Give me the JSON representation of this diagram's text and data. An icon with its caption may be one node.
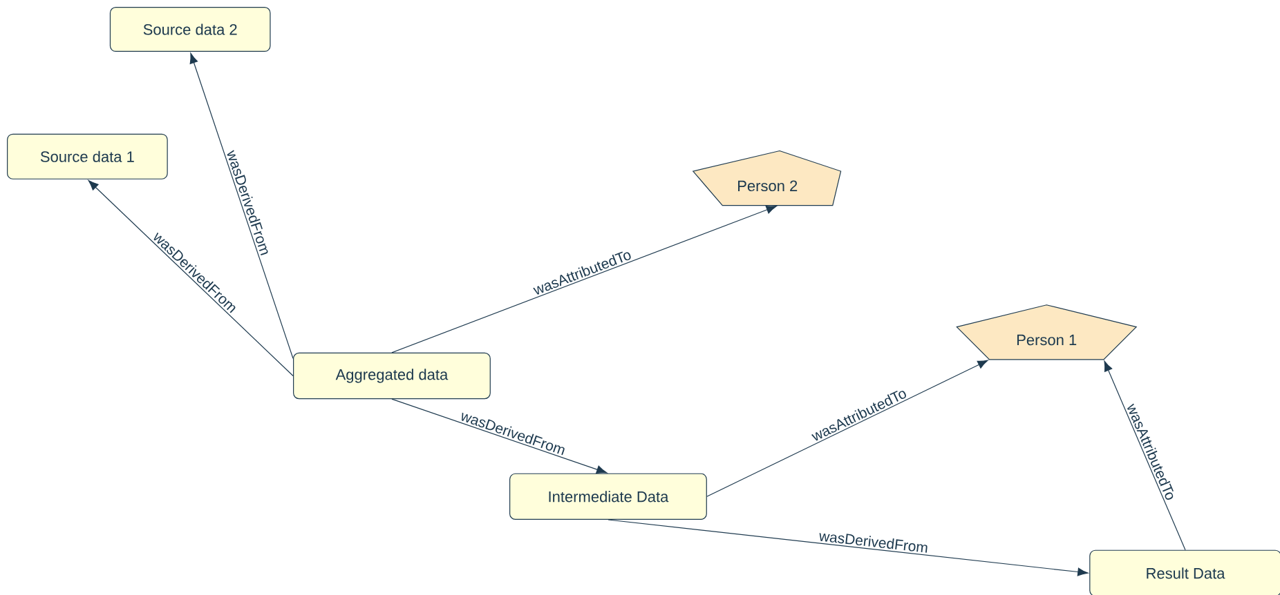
{
  "diagram": {
    "nodes": [
      {
        "text": [
          "Source data 2"
        ]
      },
      {
        "text": [
          "Source data 1"
        ]
      },
      {
        "text": [
          "Person 2"
        ]
      },
      {
        "text": [
          "Person 1"
        ]
      },
      {
        "text": [
          "Aggregated data"
        ]
      },
      {
        "text": [
          "Intermediate Data"
        ]
      },
      {
        "text": [
          "Result Data"
        ]
      }
    ],
    "edges": [
      {
        "from": 4,
        "to": 1,
        "arrow": "to",
        "label": "wasDerivedFrom"
      },
      {
        "from": 4,
        "to": 0,
        "arrow": "to",
        "label": "wasDerivedFrom"
      },
      {
        "from": 4,
        "to": 2,
        "arrow": "to",
        "label": "wasAttributedTo"
      },
      {
        "from": 4,
        "to": 5,
        "arrow": "to",
        "label": "wasDerivedFrom"
      },
      {
        "from": 5,
        "to": 3,
        "arrow": "to",
        "label": "wasAttributedTo"
      },
      {
        "from": 5,
        "to": 6,
        "arrow": "to",
        "label": "wasDerivedFrom"
      },
      {
        "from": 6,
        "to": 3,
        "arrow": "to",
        "label": "wasAttributedTo"
      }
    ]
  }
}
